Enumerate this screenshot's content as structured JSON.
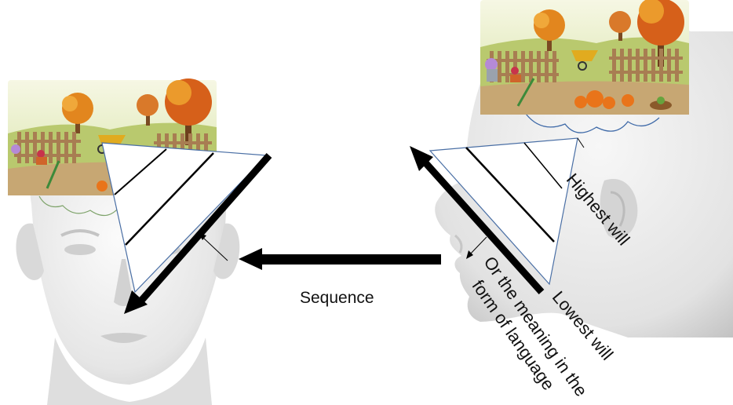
{
  "labels": {
    "sequence": "Sequence",
    "highest_will": "Highest will",
    "lowest_will": "Lowest will",
    "meaning_line1": "Or the meaning in the",
    "meaning_line2": "form of language"
  },
  "colors": {
    "skin_light": "#f1f1f1",
    "skin_shadow": "#c9c9c9",
    "arrow": "#000000",
    "triangle_fill": "#ffffff",
    "triangle_stroke": "#4a6fa5",
    "thought_cloud": "#3f6aa8",
    "scene_sky": "#eef3d6",
    "scene_grass": "#b7c86a",
    "foliage_orange": "#e07a1c",
    "fence": "#a0764a",
    "pumpkin": "#e9741a"
  }
}
